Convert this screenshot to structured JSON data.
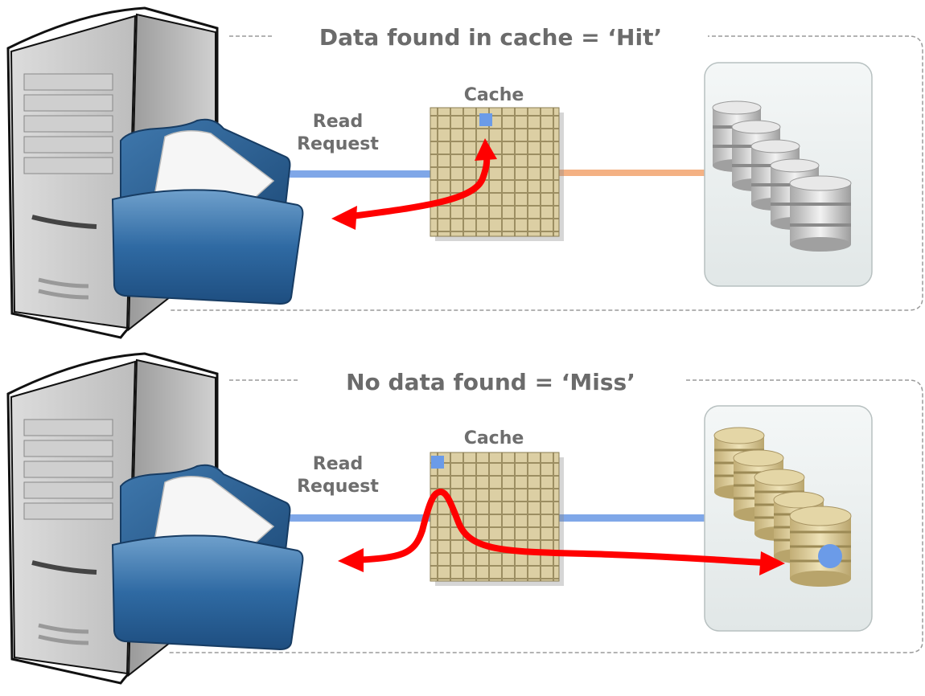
{
  "panels": [
    {
      "id": "hit",
      "title": "Data found in cache = ‘Hit’",
      "request_label_line1": "Read",
      "request_label_line2": "Request",
      "cache_label": "Cache",
      "storage_style": "gray-disks"
    },
    {
      "id": "miss",
      "title": "No data found = ‘Miss’",
      "request_label_line1": "Read",
      "request_label_line2": "Request",
      "cache_label": "Cache",
      "storage_style": "tan-disks"
    }
  ],
  "colors": {
    "arrow": "#ff0000",
    "request_line": "#7fa7e8",
    "storage_line_hit": "#f4b183",
    "storage_line_miss": "#7fa7e8",
    "cache_grid": "#d6c9a0",
    "highlight_cell": "#6b9be8",
    "label_text": "#666666",
    "folder": "#2f6aa3"
  }
}
